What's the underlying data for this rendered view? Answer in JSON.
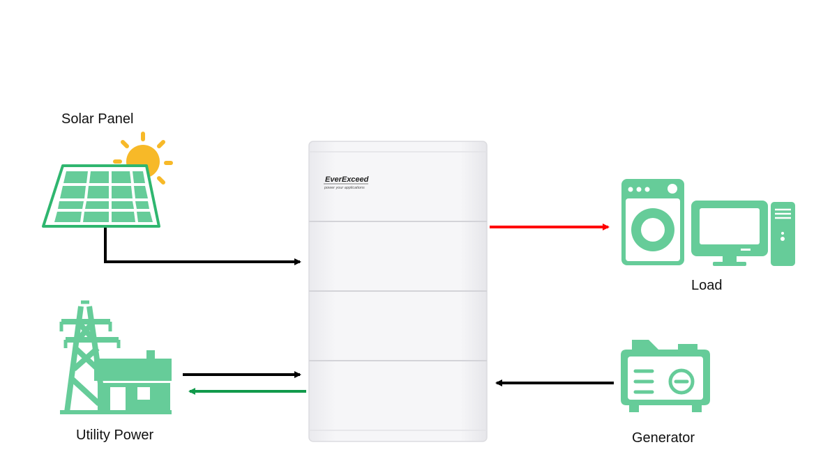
{
  "labels": {
    "solar": "Solar Panel",
    "load": "Load",
    "utility": "Utility Power",
    "generator": "Generator"
  },
  "battery": {
    "brand": "EverExceed",
    "tagline": "power your applications",
    "modules": 4
  },
  "colors": {
    "icon": "#66cc99",
    "icon_dark": "#2fb66f",
    "sun": "#f7b928",
    "arrow_black": "#000000",
    "arrow_red": "#ff0000",
    "arrow_green": "#119a4b",
    "battery_body": "#f3f3f5",
    "battery_line": "#d9d9dd"
  },
  "icons": [
    "solar-panel-icon",
    "sun-icon",
    "washing-machine-icon",
    "computer-icon",
    "power-tower-icon",
    "house-icon",
    "generator-icon"
  ]
}
